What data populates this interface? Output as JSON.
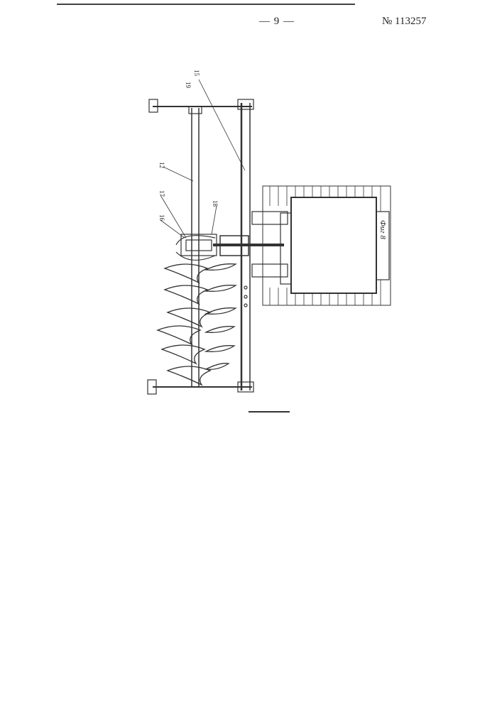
{
  "header": {
    "page_number": "— 9 —",
    "patent_number": "№ 113257"
  },
  "figure": {
    "label": "Фиг 8",
    "refs": {
      "r15": "15",
      "r19": "19",
      "r12": "12",
      "r17": "17",
      "r16": "16",
      "r18": "18"
    }
  }
}
